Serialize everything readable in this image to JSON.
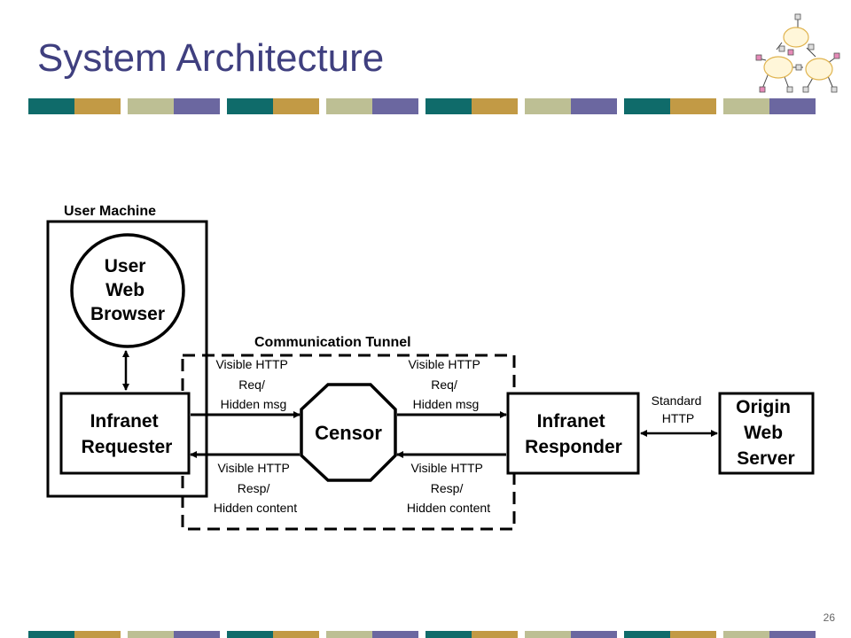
{
  "slide": {
    "title": "System Architecture",
    "page_number": "26"
  },
  "colors": {
    "title": "#3f3f7f",
    "band": [
      "#0f6b6a",
      "#c29a45",
      "#bdbf94",
      "#6b67a0"
    ]
  },
  "diagram": {
    "user_machine_label": "User Machine",
    "browser_lines": [
      "User",
      "Web",
      "Browser"
    ],
    "requester_lines": [
      "Infranet",
      "Requester"
    ],
    "tunnel_label": "Communication Tunnel",
    "censor_label": "Censor",
    "responder_lines": [
      "Infranet",
      "Responder"
    ],
    "origin_lines": [
      "Origin",
      "Web",
      "Server"
    ],
    "standard_http_lines": [
      "Standard",
      "HTTP"
    ],
    "req_lines": [
      "Visible HTTP",
      "Req/",
      "Hidden msg"
    ],
    "resp_lines": [
      "Visible HTTP",
      "Resp/",
      "Hidden content"
    ]
  },
  "logo_icon": "network-clouds-icon"
}
